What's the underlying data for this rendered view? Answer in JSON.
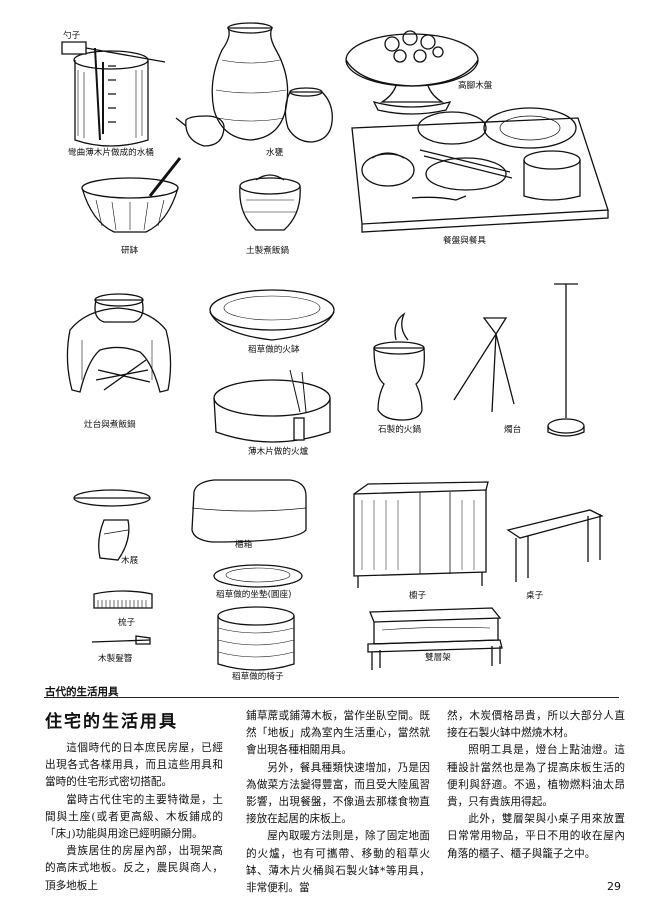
{
  "labels": {
    "ladle": "勺子",
    "water_bucket": "彎曲薄木片做成的水桶",
    "water_jar": "水甕",
    "high_foot_plate": "高腳木盤",
    "mortar_bowl": "研缽",
    "clay_pot": "土製煮飯鍋",
    "tableware": "餐盤與餐具",
    "straw_brazier": "稻草做的火缽",
    "stove": "灶台與煮飯鍋",
    "stone_brazier": "石製的火鍋",
    "candle_stand": "燭台",
    "wood_brazier": "薄木片做的火爐",
    "clogs": "木屐",
    "box": "櫃箱",
    "straw_cushion": "稻草做的坐墊(圓座)",
    "cabinet": "櫥子",
    "small_table": "桌子",
    "comb": "梳子",
    "hairpin": "木製髮簪",
    "straw_chair": "稻草做的椅子",
    "shelf": "雙層架"
  },
  "caption": "古代的生活用具",
  "title": "住宅的生活用具",
  "columns": [
    [
      "這個時代的日本庶民房屋，已經出現各式各樣用具，而且這些用具和當時的住宅形式密切搭配。",
      "當時古代住宅的主要特徵是，土間與土座(或者更高級、木板鋪成的「床」)功能與用途已經明顯分開。",
      "貴族居住的房屋內部，出現架高的高床式地板。反之，農民與商人，頂多地板上"
    ],
    [
      "鋪草蓆或鋪薄木板，當作坐臥空間。既然「地板」成為室內生活重心，當然就會出現各種相關用具。",
      "另外，餐具種類快速增加，乃是因為做菜方法變得豐富，而且受大陸風習影響，出現餐盤，不像過去那樣食物直接放在起居的床板上。",
      "屋內取暖方法則是，除了固定地面的火爐，也有可攜帶、移動的稻草火缽、薄木片火桶與石製火缽*等用具，非常便利。當"
    ],
    [
      "然，木炭價格昂貴，所以大部分人直接在石製火缽中燃燒木材。",
      "照明工具是，燈台上點油燈。這種設計當然也是為了提高床板生活的便利與舒適。不過，植物燃料油太昂貴，只有貴族用得起。",
      "此外，雙層架與小桌子用來放置日常常用物品，平日不用的收在屋內角落的櫃子、櫃子與籠子之中。"
    ]
  ],
  "page_number": "29"
}
